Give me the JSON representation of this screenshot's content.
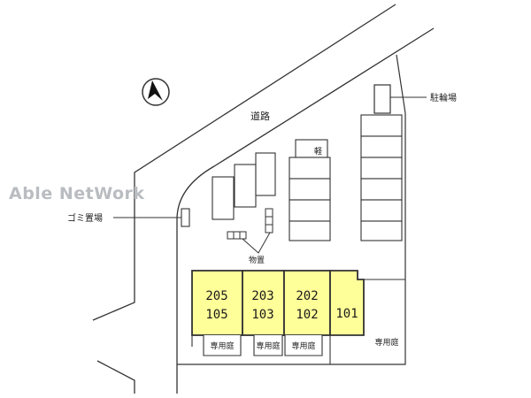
{
  "watermark": "Able NetWork",
  "labels": {
    "road": "道路",
    "bike_parking": "駐輪場",
    "garbage": "ゴミ置場",
    "storage": "物置",
    "kei": "軽"
  },
  "units": [
    {
      "upper": "205",
      "lower": "105"
    },
    {
      "upper": "203",
      "lower": "103"
    },
    {
      "upper": "202",
      "lower": "102"
    },
    {
      "single": "101"
    }
  ],
  "private_gardens": [
    "専用庭",
    "専用庭",
    "専用庭",
    "専用庭"
  ],
  "colors": {
    "unit_fill": "#ffff99",
    "line": "#333333",
    "watermark": "#b9bcc0"
  },
  "icons": {
    "north": "north-arrow-icon"
  }
}
